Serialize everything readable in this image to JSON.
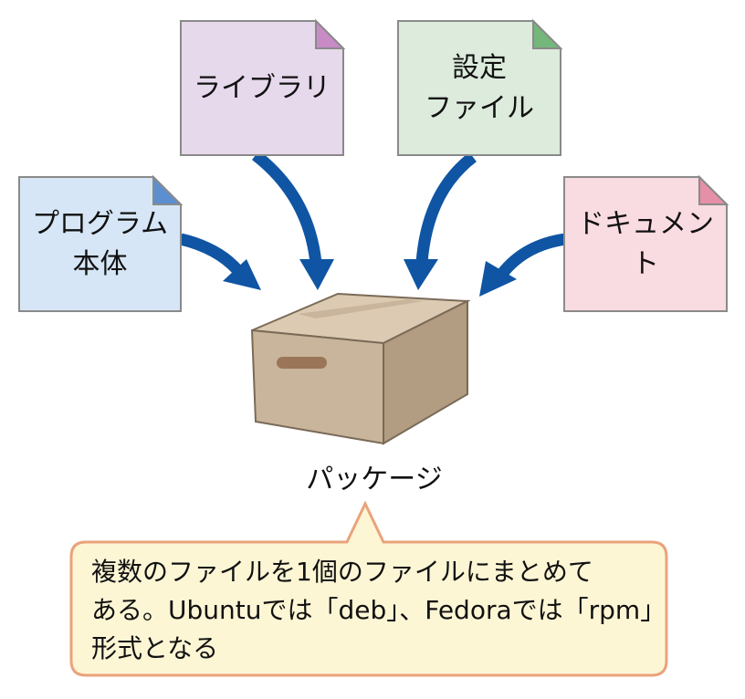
{
  "colors": {
    "arrow": "#0f55a3",
    "box_front": "#c9b59b",
    "box_side": "#b29c82",
    "box_top": "#dccbb2",
    "box_outline": "#7a6a57",
    "callout_fill": "#fdf6d5",
    "callout_border": "#eaa37a",
    "doc_border": "#8a8a8a"
  },
  "documents": [
    {
      "id": "program",
      "label": "プログラム\n本体",
      "fill": "#d6e6f6",
      "fold": "#5b8fcf"
    },
    {
      "id": "library",
      "label": "ライブラリ",
      "fill": "#e7d9ec",
      "fold": "#c98bc6"
    },
    {
      "id": "config",
      "label": "設定\nファイル",
      "fill": "#dcebdc",
      "fold": "#74b77a"
    },
    {
      "id": "docs",
      "label": "ドキュメント",
      "fill": "#f9dbe2",
      "fold": "#e58fa8"
    }
  ],
  "package": {
    "label": "パッケージ",
    "icon": "cardboard-box-icon"
  },
  "callout": {
    "lines": [
      "複数のファイルを1個のファイルにまとめて",
      "ある。Ubuntuでは「deb」、Fedoraでは「rpm」",
      "形式となる"
    ]
  }
}
